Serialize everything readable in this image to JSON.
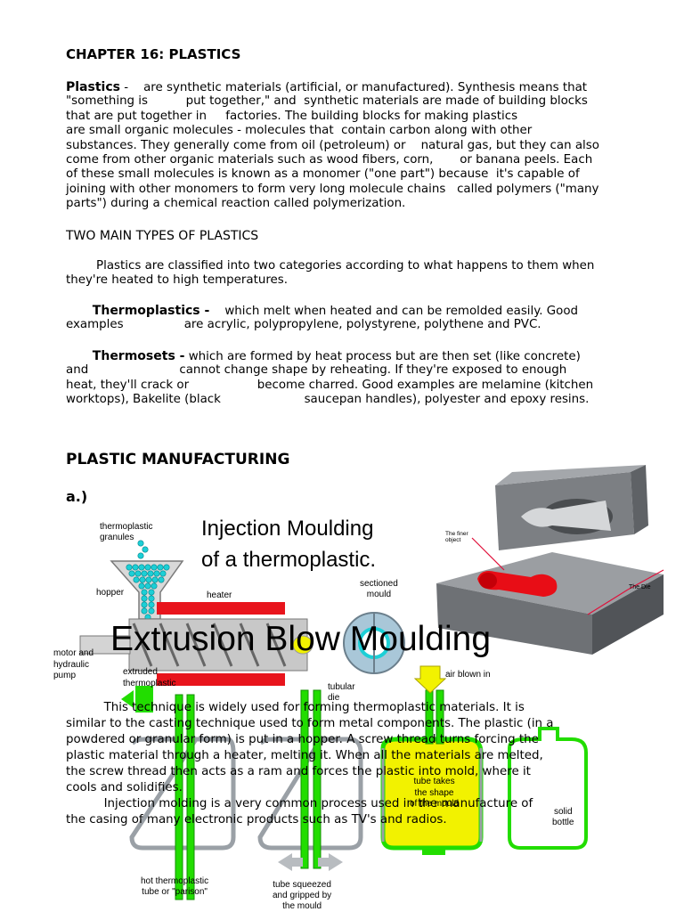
{
  "chapter_title": "CHAPTER 16: PLASTICS",
  "intro": {
    "term": "Plastics",
    "lines": [
      " -    are synthetic materials (artificial, or manufactured). Synthesis means that",
      "\"something is          put together,\" and  synthetic materials are made of building blocks",
      "that are put together in     factories. The building blocks for making plastics",
      "are small organic molecules - molecules that  contain carbon along with other",
      "substances. They generally come from oil (petroleum) or    natural gas, but they can also",
      "come from other organic materials such as wood fibers, corn,       or banana peels. Each",
      "of these small molecules is known as a monomer (\"one part\") because  it's capable of",
      "joining with other monomers to form very long molecule chains   called polymers (\"many",
      "parts\") during a chemical reaction called polymerization."
    ]
  },
  "types_heading": "TWO MAIN TYPES OF PLASTICS",
  "types_intro": [
    "        Plastics are classified into two categories according to what happens to them when",
    "they're heated to high temperatures."
  ],
  "thermoplastics": {
    "term": "Thermoplastics -",
    "line1": "    which melt when heated and can be remolded easily. Good",
    "line2": "examples                are acrylic, polypropylene, polystyrene, polythene and PVC."
  },
  "thermosets": {
    "term": "Thermosets -",
    "line1": " which are formed by heat process but are then set (like concrete)",
    "lines": [
      "and                        cannot change shape by reheating. If they're exposed to enough",
      "heat, they'll crack or                  become charred. Good examples are melamine (kitchen",
      "worktops), Bakelite (black                      saucepan handles), polyester and epoxy resins."
    ]
  },
  "manufacturing_heading": "PLASTIC MANUFACTURING",
  "section_a": "a.)",
  "injection_figure": {
    "title_line1": "Injection Moulding",
    "title_line2": "of a thermoplastic.",
    "labels": {
      "granules": "thermoplastic\ngranules",
      "hopper": "hopper",
      "heater": "heater",
      "sectioned_mould": "sectioned\nmould",
      "motor": "motor and\nhydraulic\npump",
      "extruded": "extruded\nthermoplastic"
    }
  },
  "die_figure": {
    "finer_object": "The finer\nobject",
    "the_die": "The Die"
  },
  "blow_figure": {
    "title": "Extrusion Blow Moulding",
    "labels": {
      "tubular_die": "tubular\ndie",
      "air_blown": "air blown in",
      "tube_takes": "tube takes\nthe shape\nof the mould",
      "solid_bottle": "solid\nbottle",
      "parison": "hot thermoplastic\ntube or \"parison\"",
      "squeezed": "tube squeezed\nand gripped by\nthe mould"
    }
  },
  "body_text": [
    "          This technique is widely used for forming thermoplastic materials. It is",
    "similar to the casting technique used to form metal components. The plastic (in a",
    "powdered or granular form) is put in a hopper. A screw thread turns forcing the",
    "plastic material through a heater, melting it. When all the materials are melted,",
    "the screw thread then acts as a ram and forces the plastic into mold, where it",
    "cools and solidifies.",
    "          Injection molding is a very common process used in the manufacture of",
    "the casing of many electronic products such as TV's and radios."
  ],
  "colors": {
    "heater_red": "#e8141c",
    "tube_green": "#22dd00",
    "tube_yellow": "#f2f200",
    "granule_cyan": "#1ccfd6",
    "mould_grey": "#9aa0a6"
  }
}
